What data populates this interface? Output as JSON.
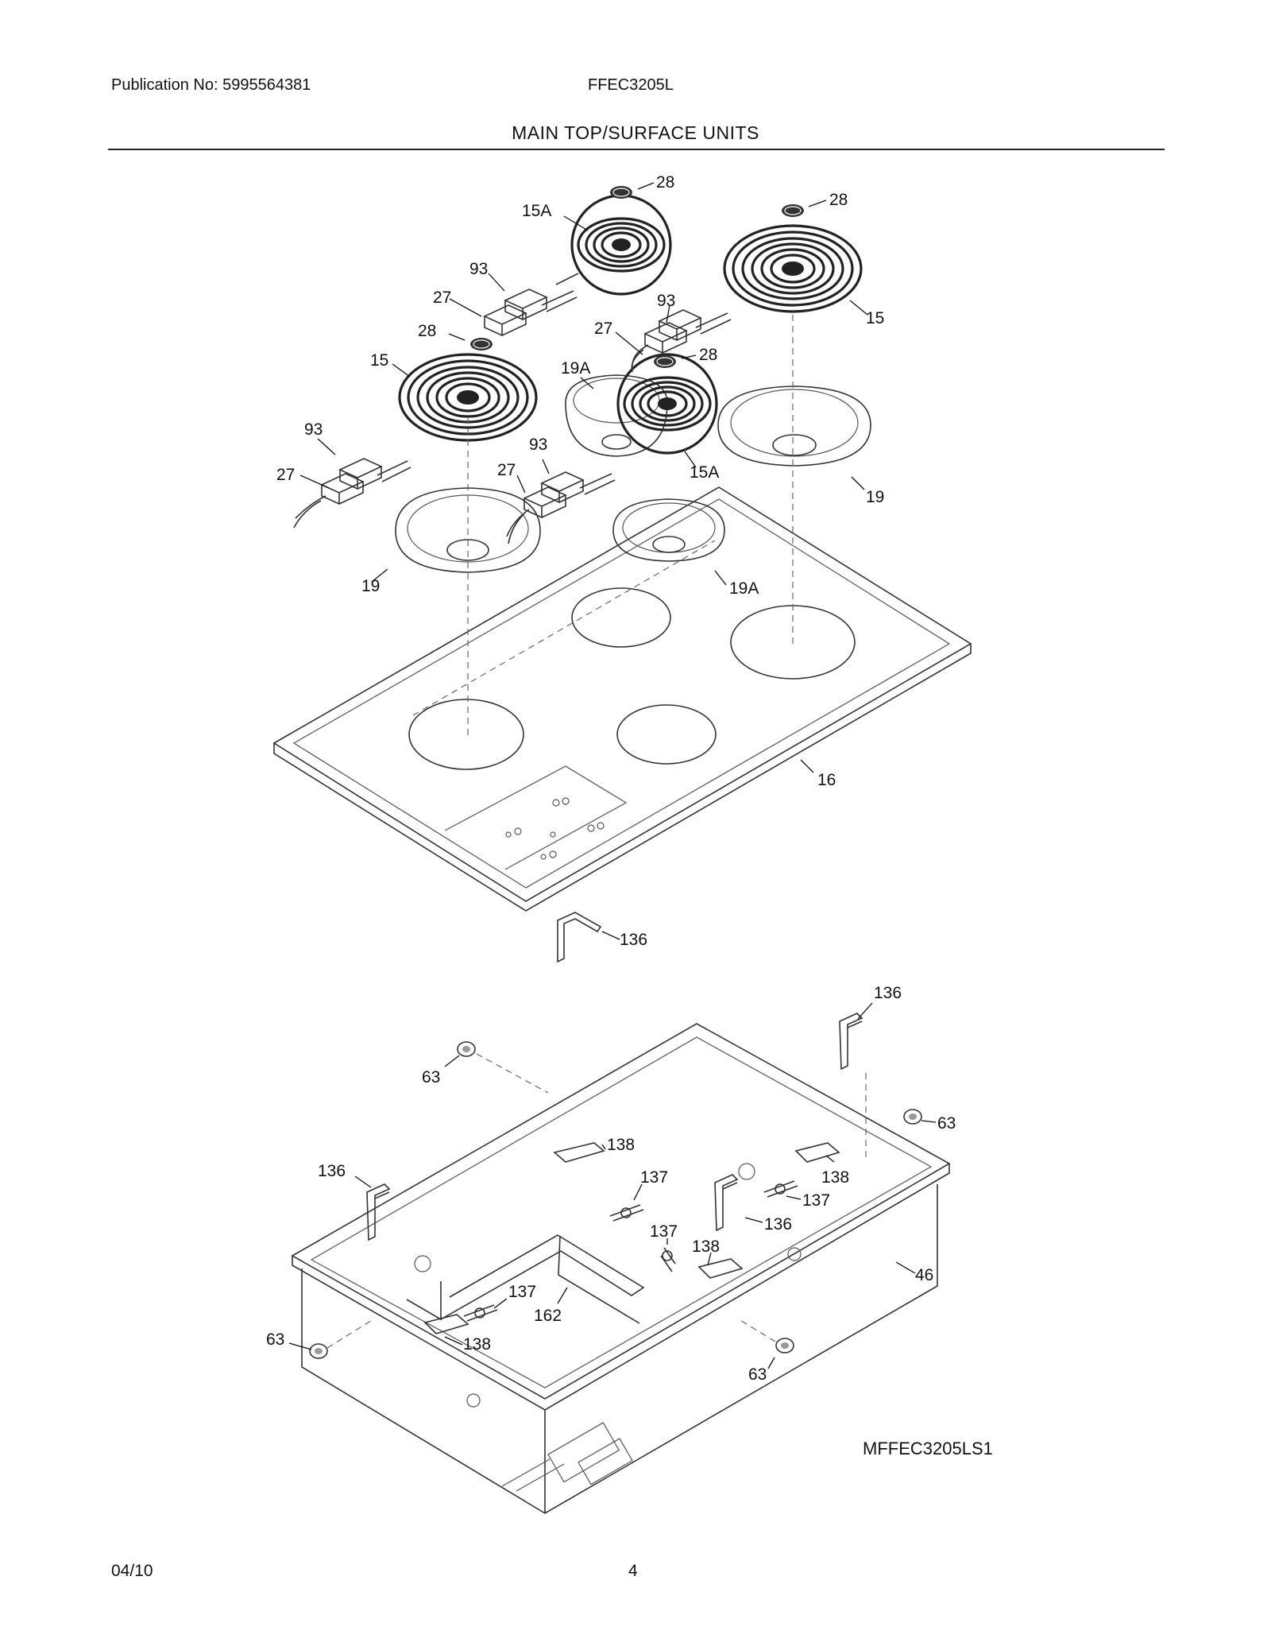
{
  "header": {
    "publication": "Publication No: 5995564381",
    "model": "FFEC3205L",
    "title": "MAIN TOP/SURFACE UNITS"
  },
  "diagram_code": "MFFEC3205LS1",
  "footer": {
    "date": "04/10",
    "page": "4"
  },
  "callouts": {
    "c28a": "28",
    "c28b": "28",
    "c28c": "28",
    "c28d": "28",
    "c15Aa": "15A",
    "c15Ab": "15A",
    "c15a": "15",
    "c15b": "15",
    "c93a": "93",
    "c93b": "93",
    "c93c": "93",
    "c93d": "93",
    "c27a": "27",
    "c27b": "27",
    "c27c": "27",
    "c27d": "27",
    "c19Aa": "19A",
    "c19Ab": "19A",
    "c19a": "19",
    "c19b": "19",
    "c16": "16",
    "c136a": "136",
    "c136b": "136",
    "c136c": "136",
    "c136d": "136",
    "c63a": "63",
    "c63b": "63",
    "c63c": "63",
    "c63d": "63",
    "c138a": "138",
    "c138b": "138",
    "c138c": "138",
    "c138d": "138",
    "c137a": "137",
    "c137b": "137",
    "c137c": "137",
    "c137d": "137",
    "c162": "162",
    "c46": "46"
  }
}
